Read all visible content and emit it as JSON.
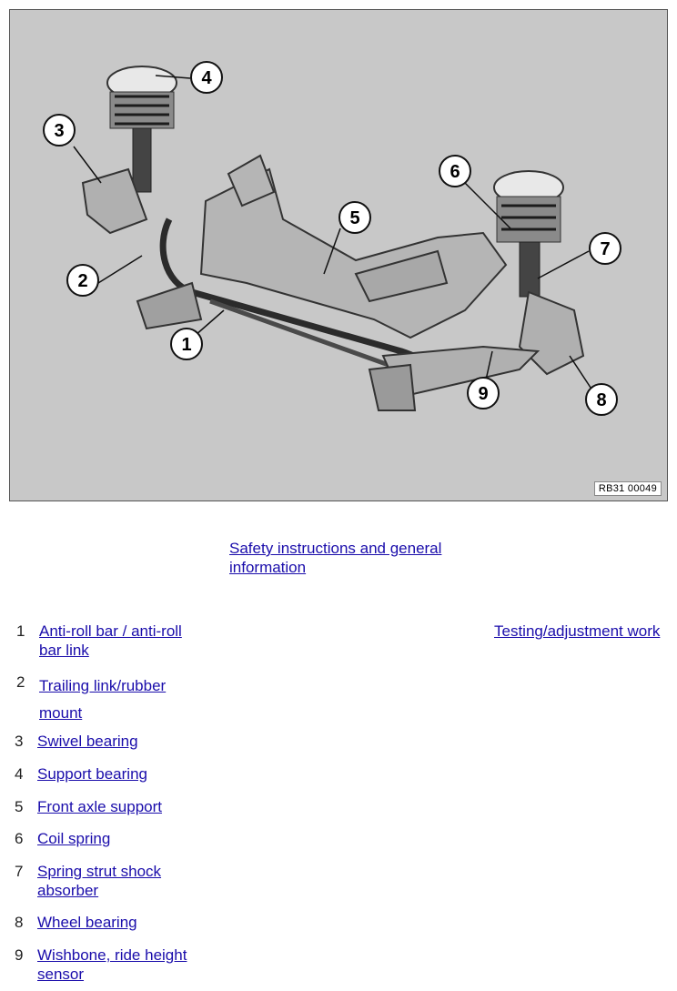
{
  "figure": {
    "ref_code": "RB31 00049",
    "callouts": [
      "1",
      "2",
      "3",
      "4",
      "5",
      "6",
      "7",
      "8",
      "9"
    ]
  },
  "links": {
    "safety": "Safety instructions and general information",
    "testing": "Testing/adjustment work"
  },
  "items": [
    {
      "num": "1",
      "label": "Anti-roll bar / anti-roll bar link"
    },
    {
      "num": "2",
      "label": "Trailing link/rubber mount"
    },
    {
      "num": "3",
      "label": "Swivel bearing"
    },
    {
      "num": "4",
      "label": "Support bearing"
    },
    {
      "num": "5",
      "label": "Front axle support"
    },
    {
      "num": "6",
      "label": "Coil spring"
    },
    {
      "num": "7",
      "label": "Spring strut shock absorber"
    },
    {
      "num": "8",
      "label": "Wheel bearing"
    },
    {
      "num": "9",
      "label": "Wishbone, ride height sensor"
    }
  ]
}
